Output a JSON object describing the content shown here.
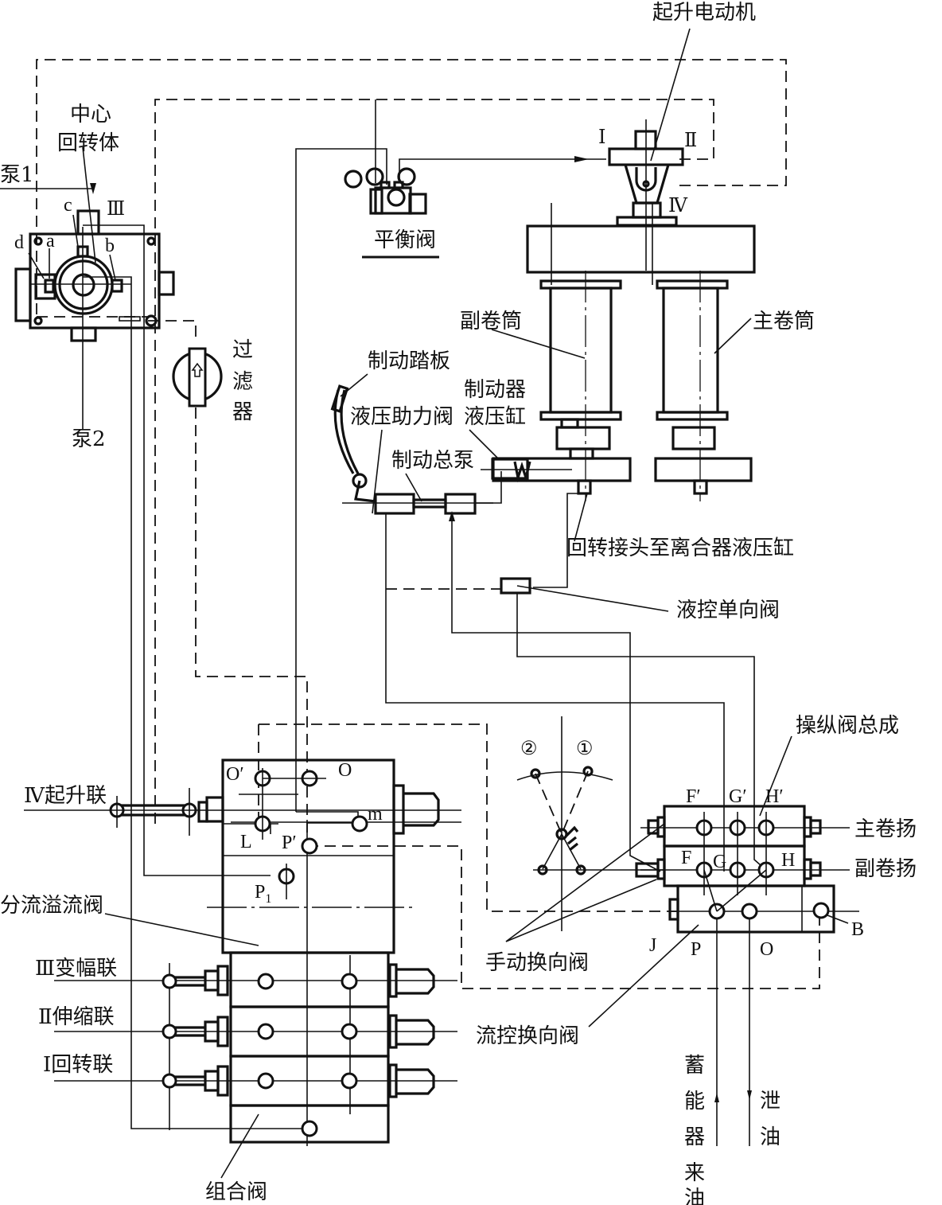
{
  "diagram": {
    "type": "hydraulic-system-schematic",
    "components": {
      "hoist_motor": "起升电动机",
      "central_swivel": [
        "中心",
        "回转体"
      ],
      "pump1": "泵1",
      "pump2": "泵2",
      "balance_valve": "平衡阀",
      "filter": [
        "过",
        "滤",
        "器"
      ],
      "aux_drum": "副卷筒",
      "main_drum": "主卷筒",
      "brake_pedal": "制动踏板",
      "brake_cylinder": [
        "制动器",
        "液压缸"
      ],
      "hydraulic_assist_valve": "液压助力阀",
      "brake_master_pump": "制动总泵",
      "swivel_joint_to_clutch": "回转接头至离合器液压缸",
      "pilot_check_valve": "液控单向阀",
      "control_valve_assembly": "操纵阀总成",
      "main_hoist": "主卷扬",
      "aux_hoist": "副卷扬",
      "manual_directional_valve": "手动换向阀",
      "flow_control_directional_valve": "流控换向阀",
      "hoist_section": "Ⅳ起升联",
      "flow_divider_relief_valve": "分流溢流阀",
      "luffing_section": "Ⅲ变幅联",
      "telescoping_section": "Ⅱ伸缩联",
      "slewing_section": "Ⅰ回转联",
      "combination_valve": "组合阀",
      "accumulator_oil_in": [
        "蓄",
        "能",
        "器",
        "来",
        "油"
      ],
      "drain_oil": [
        "泄",
        "油"
      ]
    },
    "port_labels": {
      "swivel": {
        "a": "a",
        "b": "b",
        "c": "c",
        "d": "d",
        "III": "Ⅲ"
      },
      "motor": {
        "I": "Ⅰ",
        "II": "Ⅱ",
        "IV": "Ⅳ"
      },
      "combo": {
        "O_prime": "O′",
        "O": "O",
        "L": "L",
        "P_prime": "P′",
        "m": "m",
        "P1": "P",
        "P1_sub": "1"
      },
      "control": {
        "F_prime": "F′",
        "G_prime": "G′",
        "H_prime": "H′",
        "F": "F",
        "G": "G",
        "H": "H",
        "J": "J",
        "P": "P",
        "O": "O",
        "B": "B"
      },
      "positions": {
        "pos2": "②",
        "pos1": "①"
      }
    }
  }
}
